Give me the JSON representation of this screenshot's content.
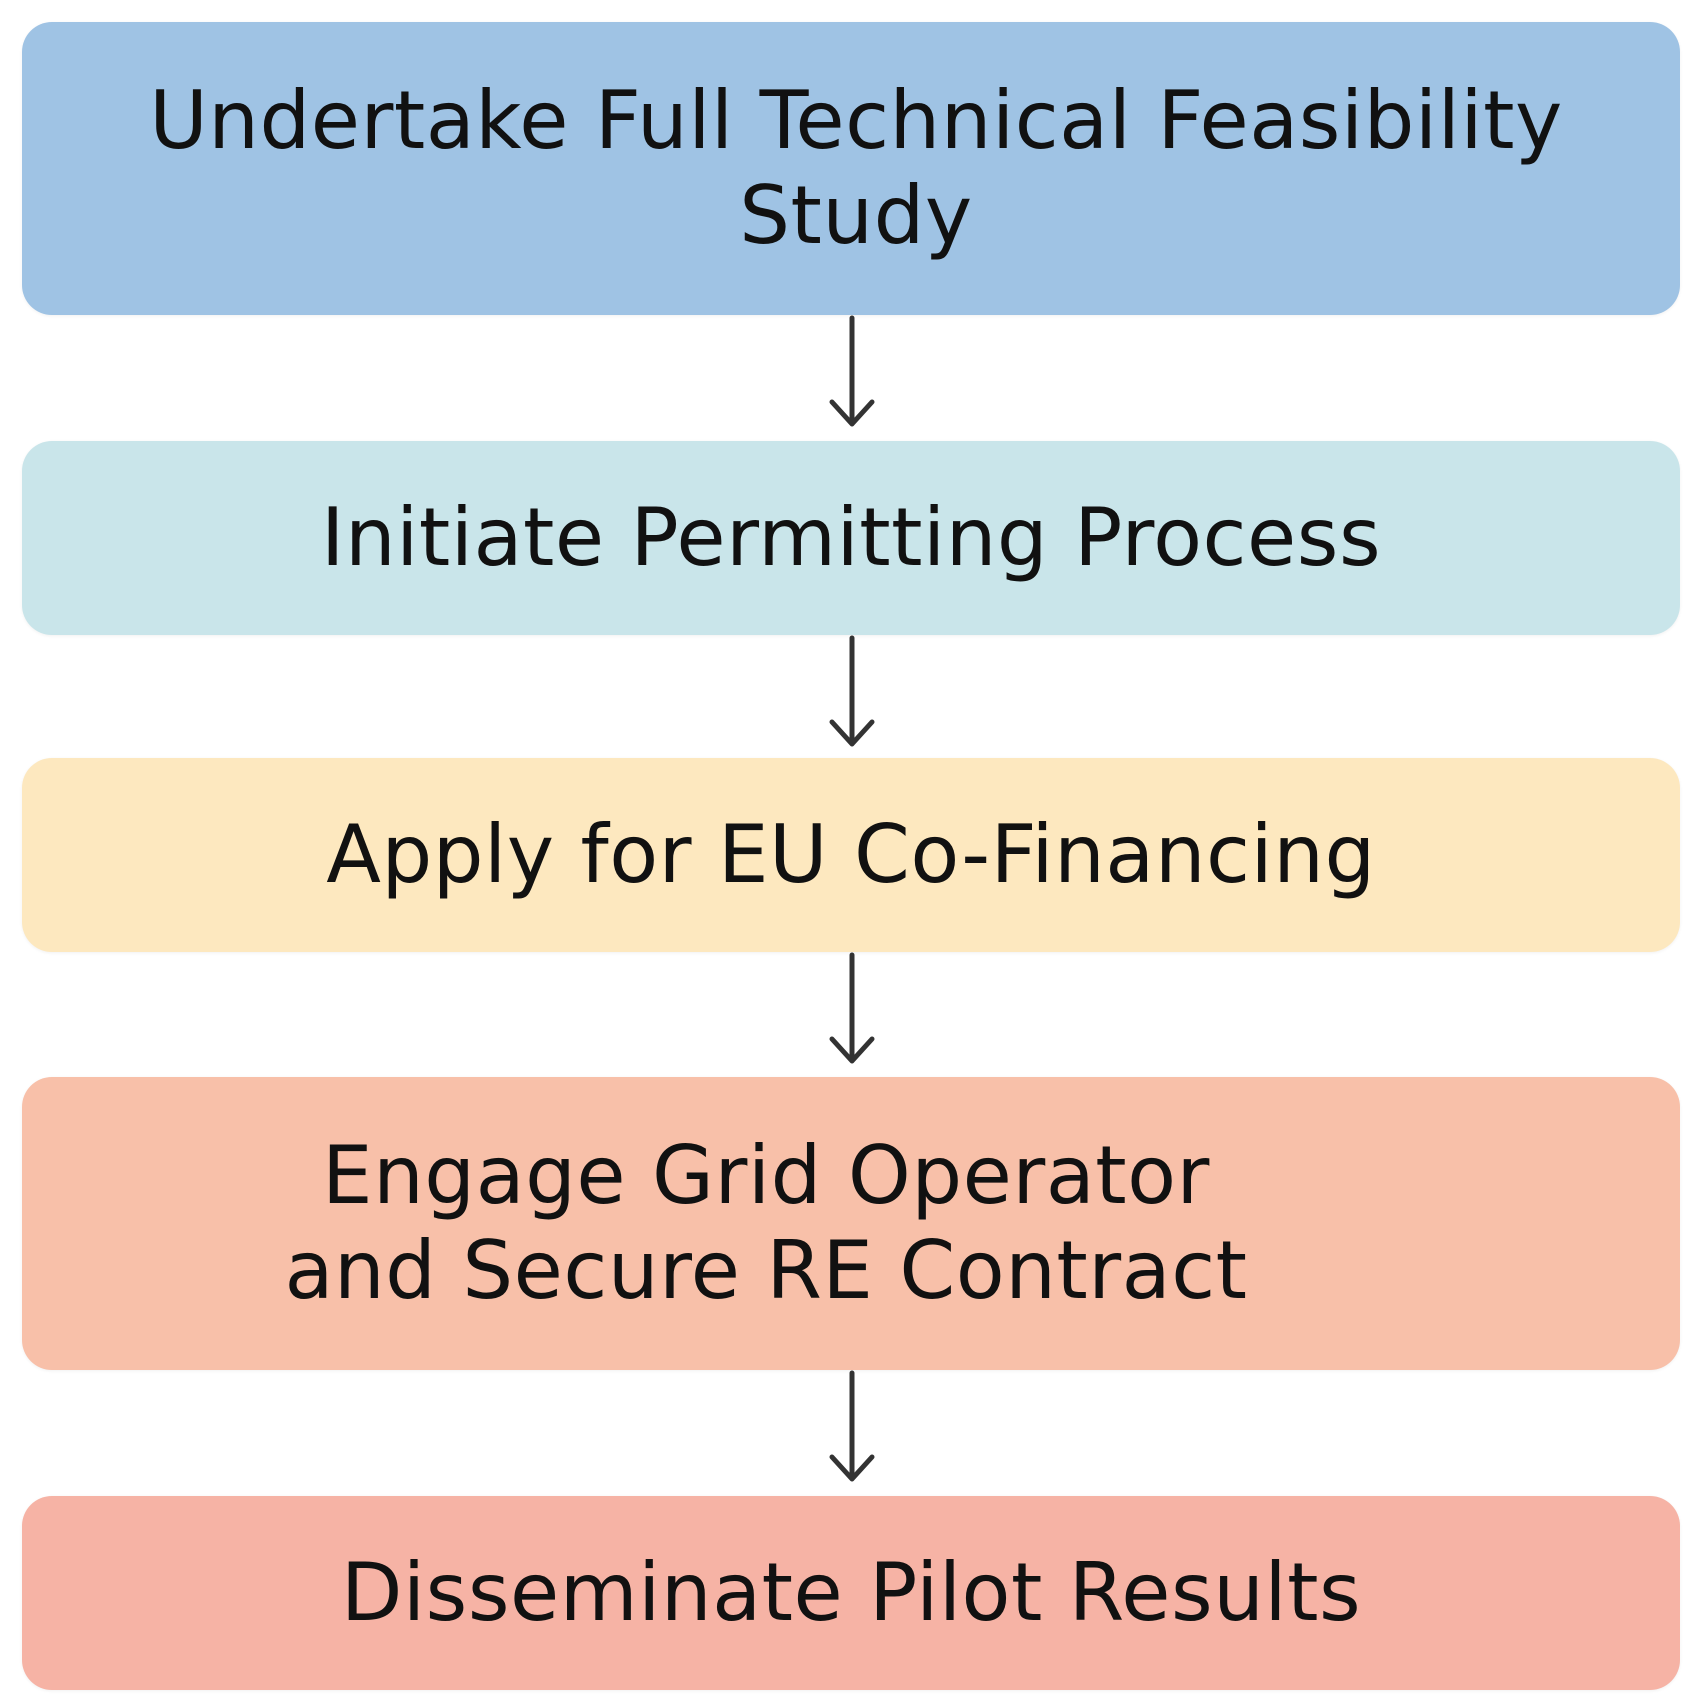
{
  "flow": {
    "steps": [
      {
        "label": "Undertake Full Technical Feasibility Study",
        "color": "#9fc3e4"
      },
      {
        "label": "Initiate Permitting Process",
        "color": "#c9e5ea"
      },
      {
        "label": "Apply for EU Co-Financing",
        "color": "#fde8bf"
      },
      {
        "label": "Engage Grid Operator and Secure RE Contract",
        "color": "#f8c0a9"
      },
      {
        "label": "Disseminate Pilot Results",
        "color": "#f6b3a5"
      }
    ],
    "arrow_color": "#333333"
  }
}
